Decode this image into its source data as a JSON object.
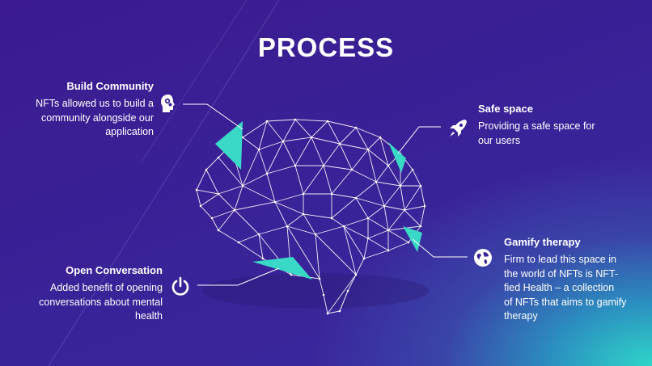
{
  "title": "PROCESS",
  "sections": {
    "build_community": {
      "heading": "Build Community",
      "lines": [
        "NFTs allowed us to build a",
        "community alongside our",
        "application"
      ],
      "icon": "gear-head-icon"
    },
    "safe_space": {
      "heading": "Safe space",
      "lines": [
        "Providing a safe space for",
        "our users"
      ],
      "icon": "rocket-icon"
    },
    "gamify_therapy": {
      "heading": "Gamify therapy",
      "lines": [
        "Firm to lead this space in",
        "the world of NFTs is NFT-",
        "fied Health  – a collection",
        "of NFTs that aims to gamify",
        "therapy"
      ],
      "icon": "globe-icon"
    },
    "open_conversation": {
      "heading": "Open Conversation",
      "lines": [
        "Added benefit of opening",
        "conversations about mental",
        "health"
      ],
      "icon": "power-icon"
    }
  },
  "colors": {
    "accent": "#3ad8c6",
    "background": "#3a2298",
    "text": "#ffffff"
  },
  "illustration": "brain-wireframe"
}
